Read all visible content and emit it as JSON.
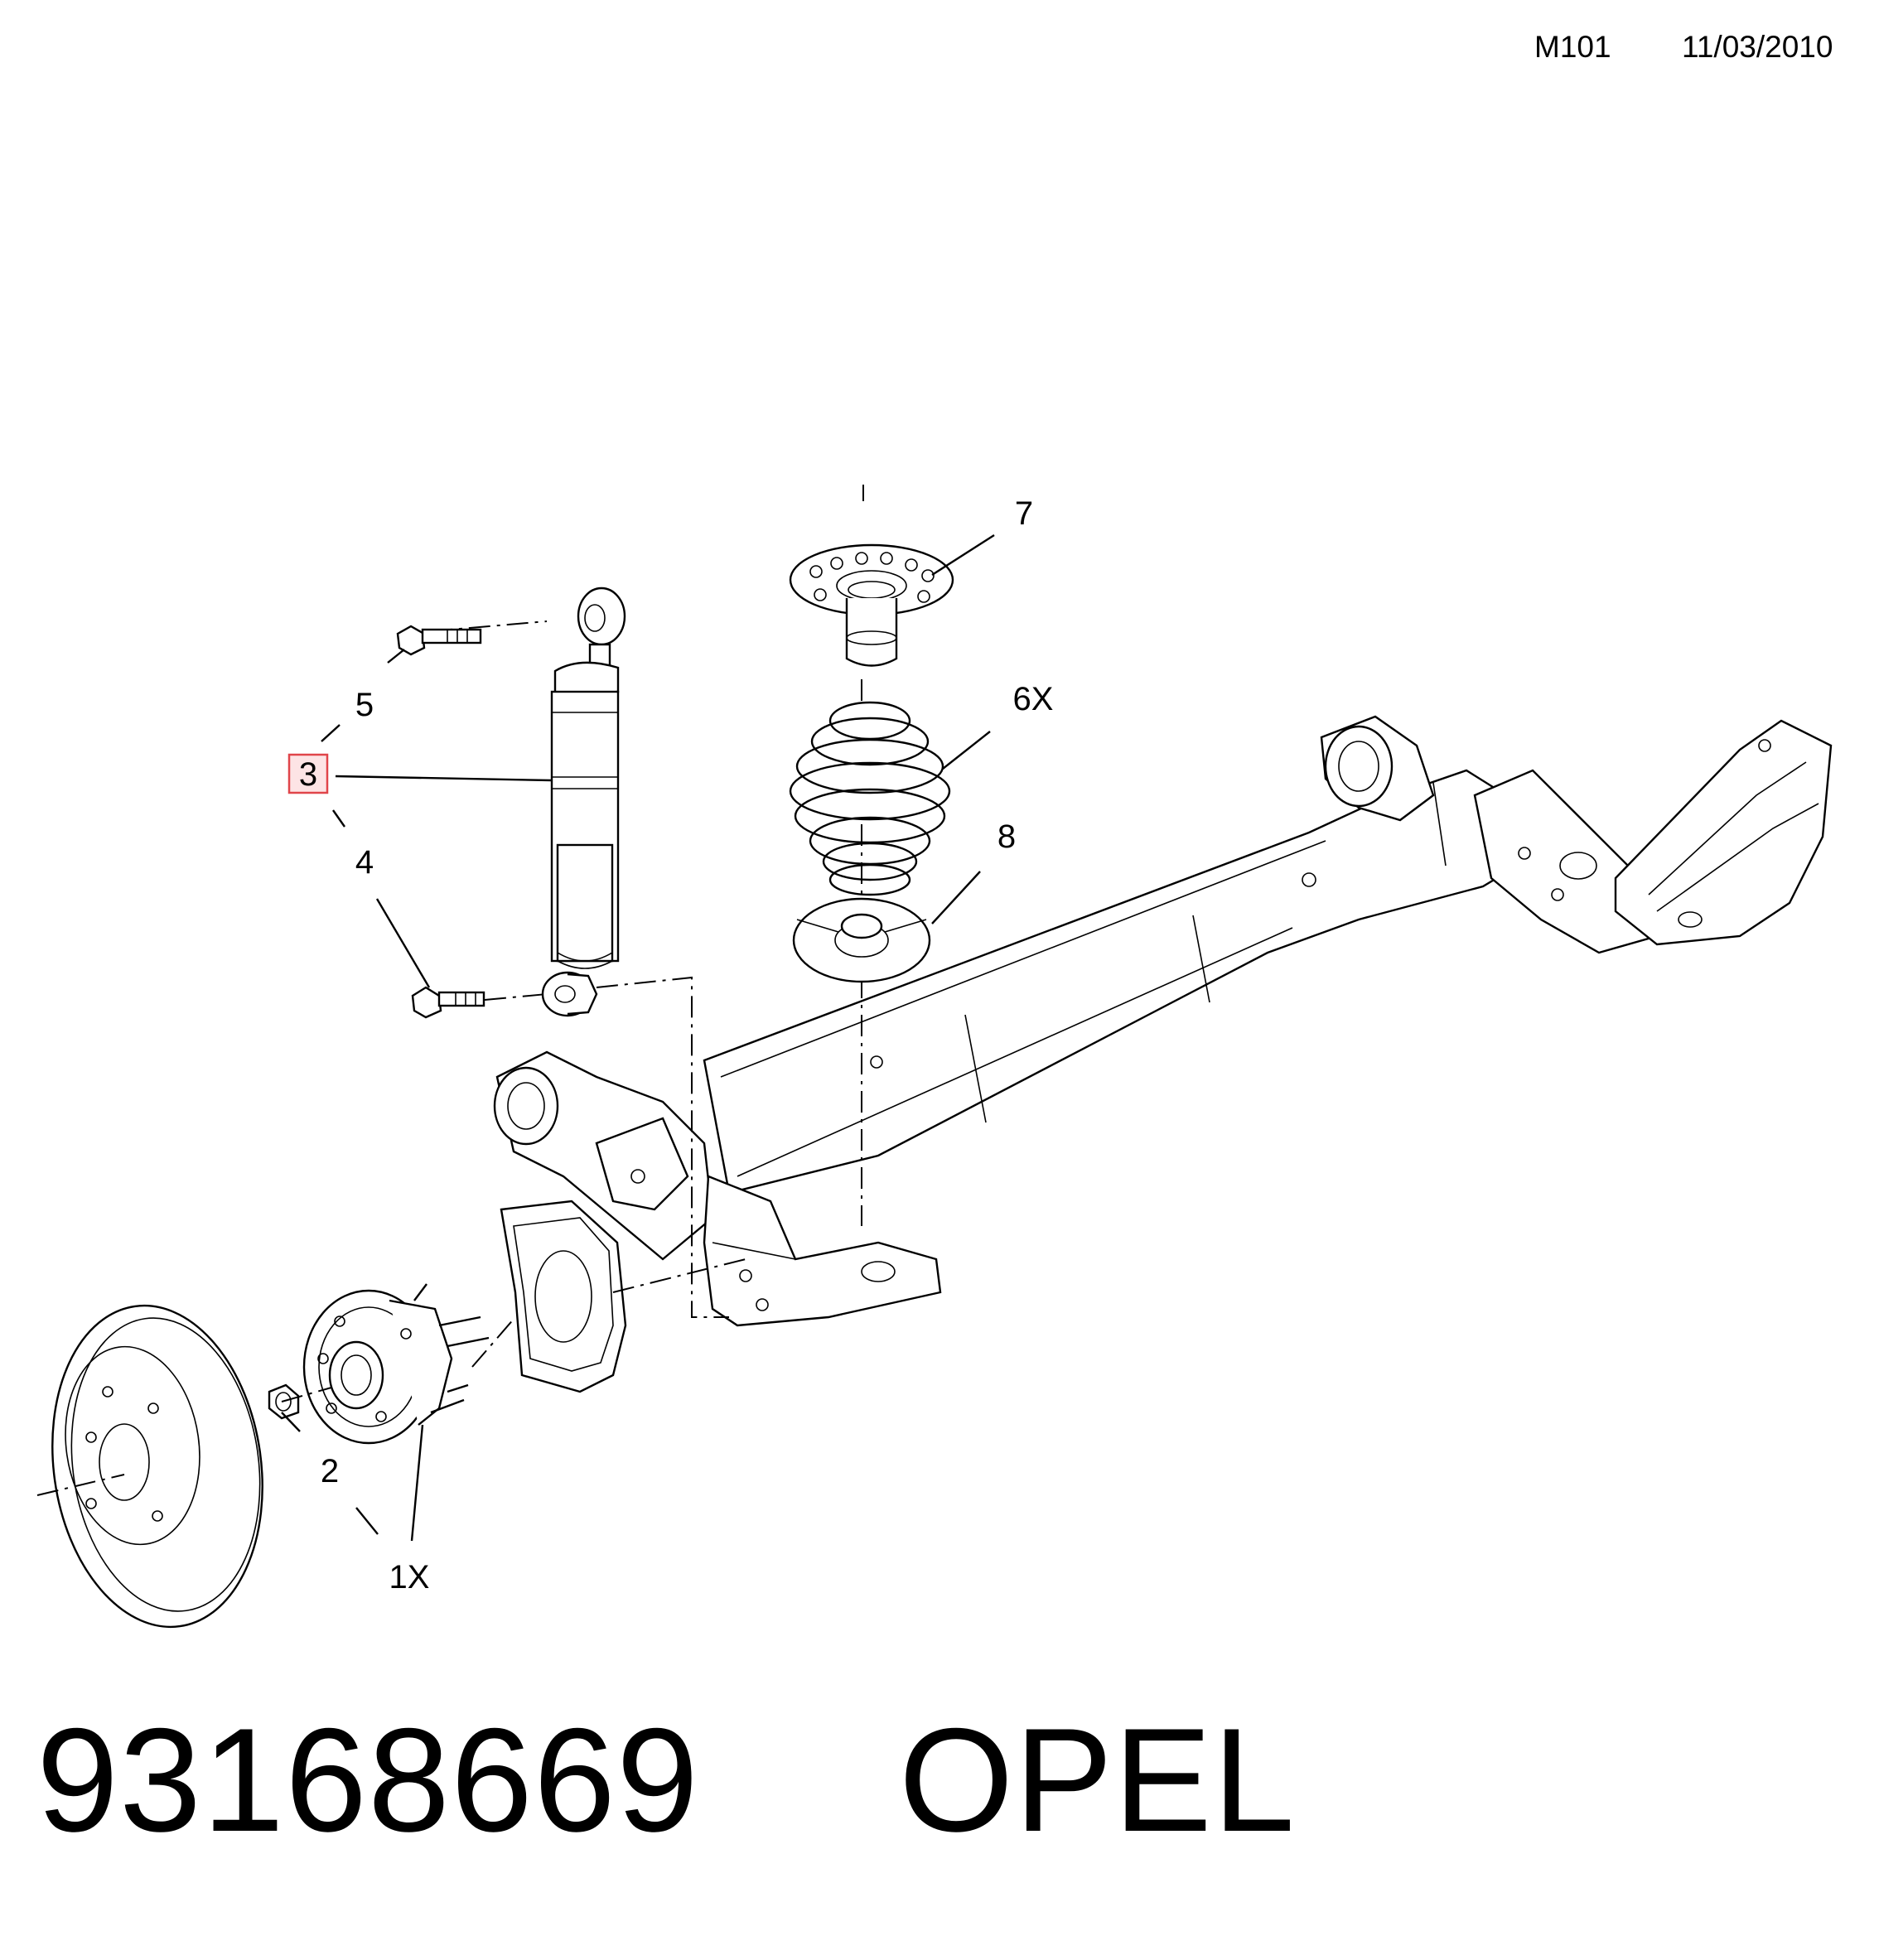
{
  "header": {
    "model_code": "M101",
    "date": "11/03/2010"
  },
  "callouts": [
    {
      "id": "c7",
      "label": "7"
    },
    {
      "id": "c6x",
      "label": "6X"
    },
    {
      "id": "c5",
      "label": "5"
    },
    {
      "id": "c3",
      "label": "3",
      "highlighted": true
    },
    {
      "id": "c4",
      "label": "4"
    },
    {
      "id": "c8",
      "label": "8"
    },
    {
      "id": "c2",
      "label": "2"
    },
    {
      "id": "c1x",
      "label": "1X"
    }
  ],
  "highlight_color": "#e0454a",
  "footer": {
    "part_number": "93168669",
    "brand": "OPEL"
  }
}
